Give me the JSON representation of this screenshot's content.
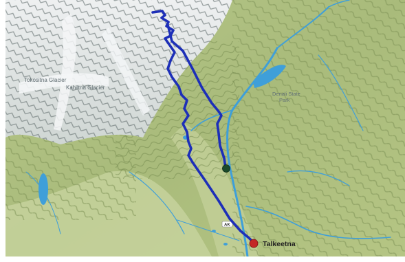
{
  "map": {
    "labels": {
      "glacier_1": "Tokositna Glacier",
      "glacier_2": "Kahiltna Glacier",
      "park": "Denali State",
      "park_line2": "Park",
      "city": "Talkeetna",
      "road_shield": "AK"
    },
    "colors": {
      "route": "#1d2fb8",
      "start_marker": "#1a4a2a",
      "end_marker": "#c42626",
      "water": "#3f9fd9",
      "terrain_green": "#a6b877",
      "snow": "#e9ecee"
    },
    "icons": {
      "start": "route-start-marker-icon",
      "end": "route-end-marker-icon",
      "shield": "highway-shield-icon"
    }
  }
}
